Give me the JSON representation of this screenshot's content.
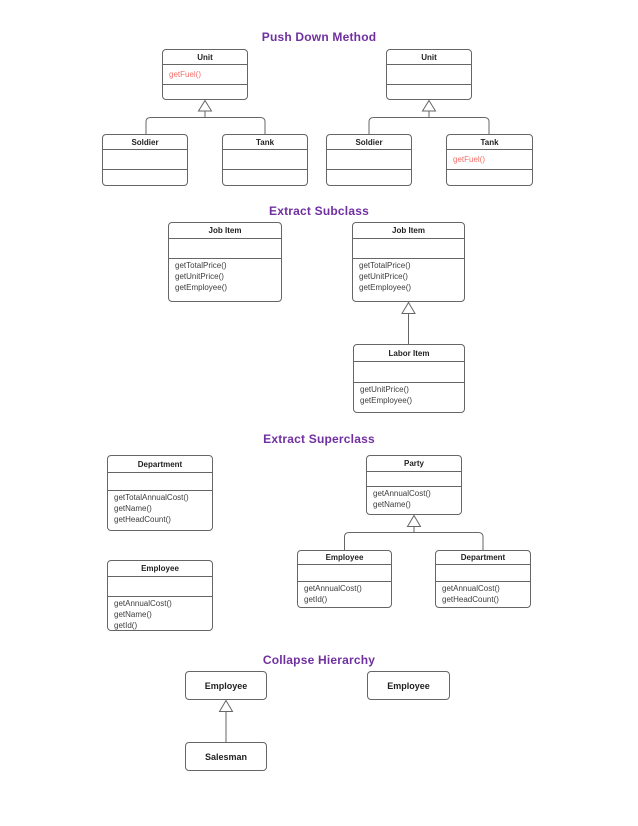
{
  "colors": {
    "purple": "#7030a0",
    "border": "#666666",
    "classname": "#1f1f1f",
    "method": "#3d3d3d",
    "highlight": "#f4706b",
    "bg": "#ffffff"
  },
  "sections": {
    "push_down_method": {
      "title": "Push Down Method"
    },
    "extract_subclass": {
      "title": "Extract Subclass"
    },
    "extract_superclass": {
      "title": "Extract Superclass"
    },
    "collapse_hierarchy": {
      "title": "Collapse Hierarchy"
    }
  },
  "classes": {
    "pdm_left_unit": {
      "name": "Unit",
      "methods": [
        "getFuel()"
      ]
    },
    "pdm_left_soldier": {
      "name": "Soldier",
      "methods": []
    },
    "pdm_left_tank": {
      "name": "Tank",
      "methods": []
    },
    "pdm_right_unit": {
      "name": "Unit",
      "methods": []
    },
    "pdm_right_soldier": {
      "name": "Soldier",
      "methods": []
    },
    "pdm_right_tank": {
      "name": "Tank",
      "methods": [
        "getFuel()"
      ]
    },
    "es_left_jobitem": {
      "name": "Job Item",
      "methods": [
        "getTotalPrice()",
        "getUnitPrice()",
        "getEmployee()"
      ]
    },
    "es_right_jobitem": {
      "name": "Job Item",
      "methods": [
        "getTotalPrice()",
        "getUnitPrice()",
        "getEmployee()"
      ]
    },
    "es_laboritem": {
      "name": "Labor Item",
      "methods": [
        "getUnitPrice()",
        "getEmployee()"
      ]
    },
    "esc_left_department": {
      "name": "Department",
      "methods": [
        "getTotalAnnualCost()",
        "getName()",
        "getHeadCount()"
      ]
    },
    "esc_left_employee": {
      "name": "Employee",
      "methods": [
        "getAnnualCost()",
        "getName()",
        "getId()"
      ]
    },
    "esc_party": {
      "name": "Party",
      "methods": [
        "getAnnualCost()",
        "getName()"
      ]
    },
    "esc_right_employee": {
      "name": "Employee",
      "methods": [
        "getAnnualCost()",
        "getId()"
      ]
    },
    "esc_right_department": {
      "name": "Department",
      "methods": [
        "getAnnualCost()",
        "getHeadCount()"
      ]
    },
    "ch_left_employee": {
      "name": "Employee"
    },
    "ch_salesman": {
      "name": "Salesman"
    },
    "ch_right_employee": {
      "name": "Employee"
    }
  }
}
